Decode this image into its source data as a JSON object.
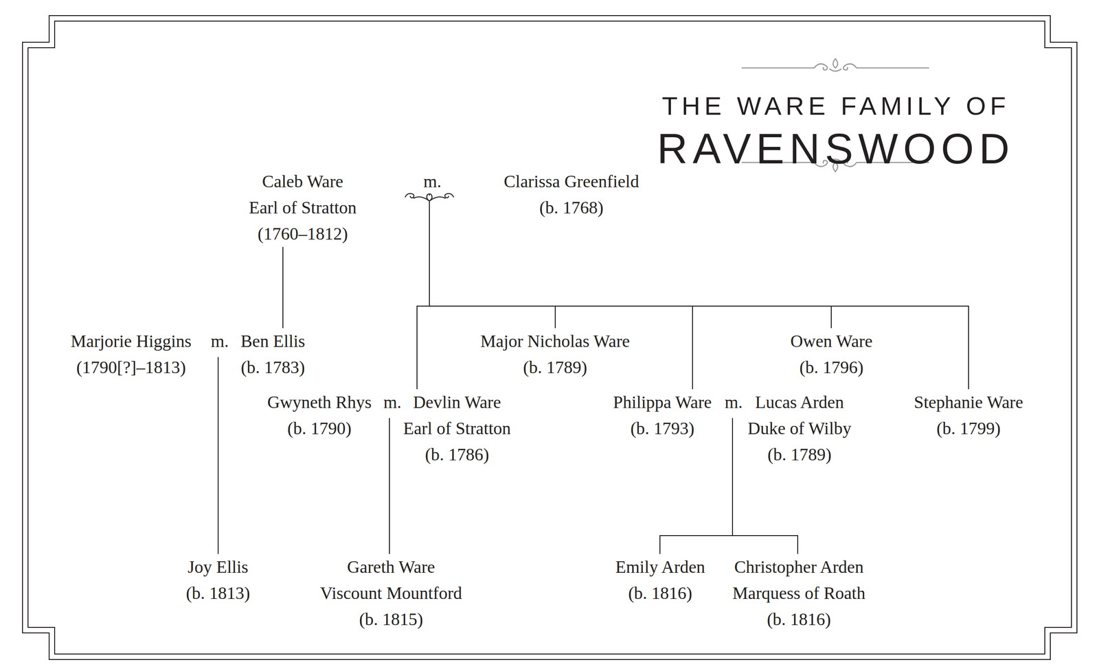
{
  "diagram": {
    "title": "THE WARE FAMILY OF RAVENSWOOD",
    "nodes": [
      {
        "text": [
          "Caleb Ware",
          "Earl of Stratton",
          "(1760–1812)"
        ]
      },
      {
        "text": [
          "Clarissa Greenfield",
          "(b. 1768)"
        ]
      },
      {
        "text": [
          "Marjorie Higgins",
          "(1790[?]–1813)"
        ]
      },
      {
        "text": [
          "Ben Ellis",
          "(b. 1783)"
        ]
      },
      {
        "text": [
          "Major Nicholas Ware",
          "(b. 1789)"
        ]
      },
      {
        "text": [
          "Owen Ware",
          "(b. 1796)"
        ]
      },
      {
        "text": [
          "Gwyneth Rhys",
          "(b. 1790)"
        ]
      },
      {
        "text": [
          "Devlin Ware",
          "Earl of Stratton",
          "(b. 1786)"
        ]
      },
      {
        "text": [
          "Philippa Ware",
          "(b. 1793)"
        ]
      },
      {
        "text": [
          "Lucas Arden",
          "Duke of Wilby",
          "(b. 1789)"
        ]
      },
      {
        "text": [
          "Stephanie Ware",
          "(b. 1799)"
        ]
      },
      {
        "text": [
          "Joy Ellis",
          "(b. 1813)"
        ]
      },
      {
        "text": [
          "Gareth Ware",
          "Viscount Mountford",
          "(b. 1815)"
        ]
      },
      {
        "text": [
          "Emily Arden",
          "(b. 1816)"
        ]
      },
      {
        "text": [
          "Christopher Arden",
          "Marquess of Roath",
          "(b. 1816)"
        ]
      }
    ],
    "edges": [
      {
        "from": 0,
        "to": 3,
        "arrow": "none"
      },
      {
        "from": 0,
        "to": 7,
        "arrow": "none"
      },
      {
        "from": 1,
        "to": 7,
        "arrow": "none"
      },
      {
        "from": 0,
        "to": 4,
        "arrow": "none"
      },
      {
        "from": 1,
        "to": 4,
        "arrow": "none"
      },
      {
        "from": 0,
        "to": 8,
        "arrow": "none"
      },
      {
        "from": 1,
        "to": 8,
        "arrow": "none"
      },
      {
        "from": 0,
        "to": 5,
        "arrow": "none"
      },
      {
        "from": 1,
        "to": 5,
        "arrow": "none"
      },
      {
        "from": 0,
        "to": 10,
        "arrow": "none"
      },
      {
        "from": 1,
        "to": 10,
        "arrow": "none"
      },
      {
        "from": 2,
        "to": 11,
        "arrow": "none"
      },
      {
        "from": 3,
        "to": 11,
        "arrow": "none"
      },
      {
        "from": 6,
        "to": 12,
        "arrow": "none"
      },
      {
        "from": 7,
        "to": 12,
        "arrow": "none"
      },
      {
        "from": 8,
        "to": 13,
        "arrow": "none"
      },
      {
        "from": 9,
        "to": 13,
        "arrow": "none"
      },
      {
        "from": 8,
        "to": 14,
        "arrow": "none"
      },
      {
        "from": 9,
        "to": 14,
        "arrow": "none"
      }
    ],
    "labels": [
      "m.",
      "m.",
      "m.",
      "m."
    ]
  }
}
